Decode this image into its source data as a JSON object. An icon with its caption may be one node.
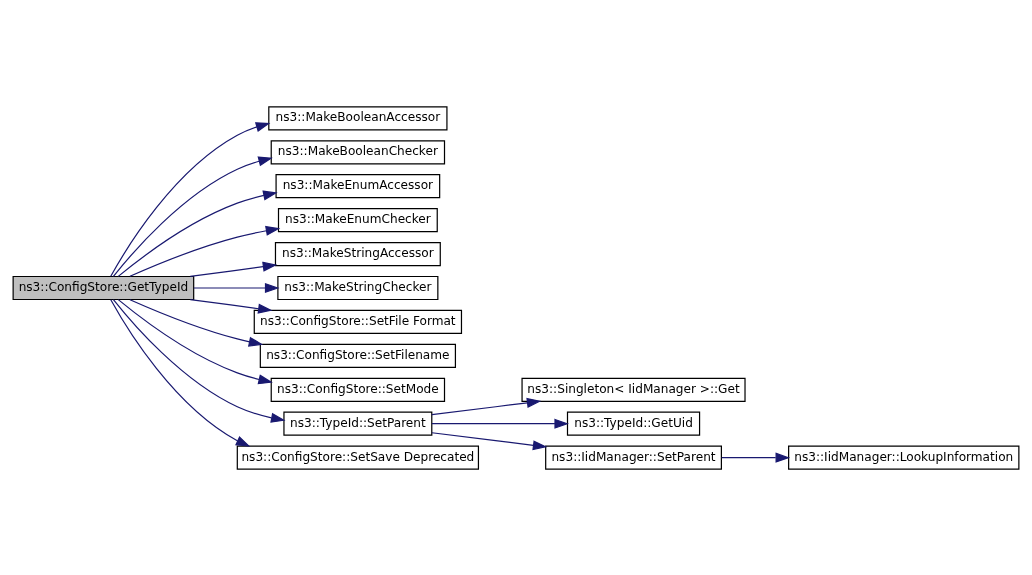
{
  "diagram": {
    "nodes": [
      {
        "text": [
          "ns3::ConfigStore::GetTypeId"
        ]
      },
      {
        "text": [
          "ns3::MakeBooleanAccessor"
        ]
      },
      {
        "text": [
          "ns3::MakeBooleanChecker"
        ]
      },
      {
        "text": [
          "ns3::MakeEnumAccessor"
        ]
      },
      {
        "text": [
          "ns3::MakeEnumChecker"
        ]
      },
      {
        "text": [
          "ns3::MakeStringAccessor"
        ]
      },
      {
        "text": [
          "ns3::MakeStringChecker"
        ]
      },
      {
        "text": [
          "ns3::ConfigStore::SetFile Format"
        ]
      },
      {
        "text": [
          "ns3::ConfigStore::SetFilename"
        ]
      },
      {
        "text": [
          "ns3::ConfigStore::SetMode"
        ]
      },
      {
        "text": [
          "ns3::TypeId::SetParent"
        ]
      },
      {
        "text": [
          "ns3::ConfigStore::SetSave Deprecated"
        ]
      },
      {
        "text": [
          "ns3::Singleton< IidManager >::Get"
        ]
      },
      {
        "text": [
          "ns3::TypeId::GetUid"
        ]
      },
      {
        "text": [
          "ns3::IidManager::SetParent"
        ]
      },
      {
        "text": [
          "ns3::IidManager::LookupInformation"
        ]
      }
    ],
    "edges": [
      {
        "from": 0,
        "to": 1,
        "arrow": "to"
      },
      {
        "from": 0,
        "to": 2,
        "arrow": "to"
      },
      {
        "from": 0,
        "to": 3,
        "arrow": "to"
      },
      {
        "from": 0,
        "to": 4,
        "arrow": "to"
      },
      {
        "from": 0,
        "to": 5,
        "arrow": "to"
      },
      {
        "from": 0,
        "to": 6,
        "arrow": "to"
      },
      {
        "from": 0,
        "to": 7,
        "arrow": "to"
      },
      {
        "from": 0,
        "to": 8,
        "arrow": "to"
      },
      {
        "from": 0,
        "to": 9,
        "arrow": "to"
      },
      {
        "from": 0,
        "to": 10,
        "arrow": "to"
      },
      {
        "from": 0,
        "to": 11,
        "arrow": "to"
      },
      {
        "from": 10,
        "to": 12,
        "arrow": "to"
      },
      {
        "from": 10,
        "to": 13,
        "arrow": "to"
      },
      {
        "from": 10,
        "to": 14,
        "arrow": "to"
      },
      {
        "from": 14,
        "to": 15,
        "arrow": "to"
      }
    ]
  }
}
